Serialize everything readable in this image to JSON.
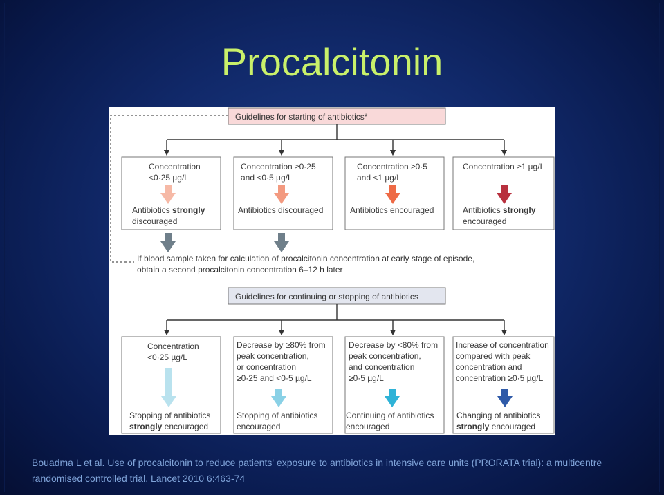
{
  "title": "Procalcitonin",
  "citation": "Bouadma L et al. Use of procalcitonin to reduce patients' exposure to antibiotics in intensive care units (PRORATA trial): a multicentre randomised controlled trial. Lancet  2010 6:463-74",
  "diagram": {
    "start_header": "Guidelines for starting of antibiotics*",
    "start_boxes": [
      {
        "condition": "Concentration\n<0·25 µg/L",
        "recommendation": "Antibiotics",
        "recommendation_bold": " strongly",
        "recommendation_rest": "\ndiscouraged",
        "arrow_color": "#f6b9a6"
      },
      {
        "condition": "Concentration ≥0·25\nand <0·5 µg/L",
        "recommendation": "Antibiotics discouraged",
        "recommendation_bold": "",
        "recommendation_rest": "",
        "arrow_color": "#f39a80"
      },
      {
        "condition": "Concentration ≥0·5\nand <1 µg/L",
        "recommendation": "Antibiotics encouraged",
        "recommendation_bold": "",
        "recommendation_rest": "",
        "arrow_color": "#ee6a45"
      },
      {
        "condition": "Concentration ≥1 µg/L",
        "recommendation": "Antibiotics",
        "recommendation_bold": " strongly",
        "recommendation_rest": "\nencouraged",
        "arrow_color": "#b8303e"
      }
    ],
    "note": "If blood sample taken for calculation of procalcitonin concentration at early stage of episode,\nobtain a second procalcitonin concentration 6–12 h later",
    "continue_header": "Guidelines for continuing or stopping of antibiotics",
    "continue_boxes": [
      {
        "condition": "Concentration\n<0·25 µg/L",
        "recommendation": "Stopping of antibiotics",
        "recommendation_bold": "strongly",
        "recommendation_rest": " encouraged",
        "arrow_color": "#b9e2ee"
      },
      {
        "condition": "Decrease by ≥80% from\npeak concentration,\nor concentration\n≥0·25 and <0·5 µg/L",
        "recommendation": "Stopping of antibiotics",
        "recommendation_bold": "",
        "recommendation_rest": "\nencouraged",
        "arrow_color": "#8ad1e6"
      },
      {
        "condition": "Decrease by <80% from\npeak concentration,\nand concentration\n≥0·5 µg/L",
        "recommendation": "Continuing of antibiotics",
        "recommendation_bold": "",
        "recommendation_rest": "\nencouraged",
        "arrow_color": "#2fb3d7"
      },
      {
        "condition": "Increase of concentration\ncompared with peak\nconcentration and\nconcentration ≥0·5 µg/L",
        "recommendation": "Changing of antibiotics",
        "recommendation_bold": "strongly",
        "recommendation_rest": " encouraged",
        "arrow_color": "#2f5aa8"
      }
    ]
  }
}
